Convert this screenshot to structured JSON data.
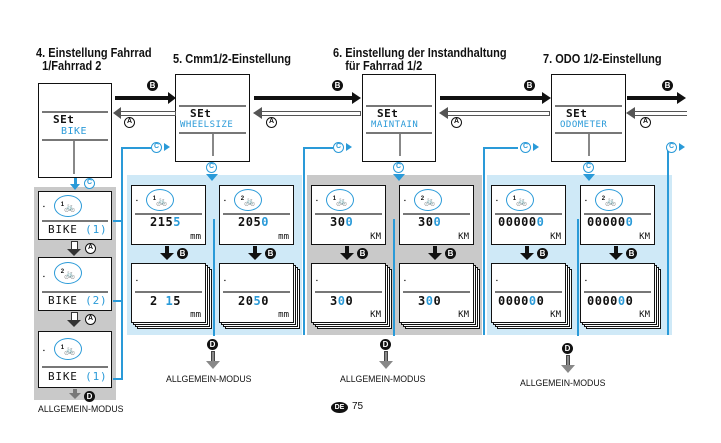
{
  "sections": [
    {
      "number": "4.",
      "title_line1": "Einstellung Fahrrad",
      "title_line2": "1/Fahrrad 2",
      "set_label": "SEt",
      "mode": "BIKE"
    },
    {
      "number": "5.",
      "title_line1": "Cmm1/2-Einstellung",
      "title_line2": "",
      "set_label": "SEt",
      "mode": "WHEELSIZE"
    },
    {
      "number": "6.",
      "title_line1": "Einstellung der Instandhaltung",
      "title_line2": "für Fahrrad 1/2",
      "set_label": "SEt",
      "mode": "MAINTAIN"
    },
    {
      "number": "7.",
      "title_line1": "ODO 1/2-Einstellung",
      "title_line2": "",
      "set_label": "SEt",
      "mode": "ODOMETER"
    }
  ],
  "buttons": {
    "a": "A",
    "b": "B",
    "c": "C",
    "d": "D"
  },
  "bike_select": [
    {
      "bike": "1",
      "label": "BIKE",
      "value": "(1)"
    },
    {
      "bike": "2",
      "label": "BIKE",
      "value": "(2)"
    },
    {
      "bike": "1",
      "label": "BIKE",
      "value": "(1)"
    }
  ],
  "wheelsize": {
    "unit": "mm",
    "bike1_top": {
      "digits": "215",
      "blink": "5"
    },
    "bike2_top": {
      "digits": "205",
      "blink": "0"
    },
    "bike1_bottom": {
      "pre": "2 ",
      "blink": "1",
      "post": "5"
    },
    "bike2_bottom": {
      "pre": "20",
      "blink": "5",
      "post": "0"
    }
  },
  "maintain": {
    "unit": "KM",
    "bike1_top": {
      "digits": "30",
      "blink": "0"
    },
    "bike2_top": {
      "digits": "30",
      "blink": "0"
    },
    "bike1_bottom": {
      "pre": "3",
      "blink": "0",
      "post": "0"
    },
    "bike2_bottom": {
      "pre": "3",
      "blink": "0",
      "post": "0"
    }
  },
  "odometer": {
    "unit": "KM",
    "bike1_top": {
      "digits": "00000",
      "blink": "0"
    },
    "bike2_top": {
      "digits": "00000",
      "blink": "0"
    },
    "bike1_bottom": {
      "pre": "0000",
      "blink": "0",
      "post": "0"
    },
    "bike2_bottom": {
      "pre": "0000",
      "blink": "0",
      "post": "0"
    }
  },
  "exit_label": "ALLGEMEIN-MODUS",
  "footer": {
    "lang_badge": "DE",
    "page_number": "75"
  },
  "colors": {
    "accent_blue": "#2a9ad8",
    "panel_blue": "#cfe9f7",
    "panel_gray": "#c9c9c9"
  }
}
